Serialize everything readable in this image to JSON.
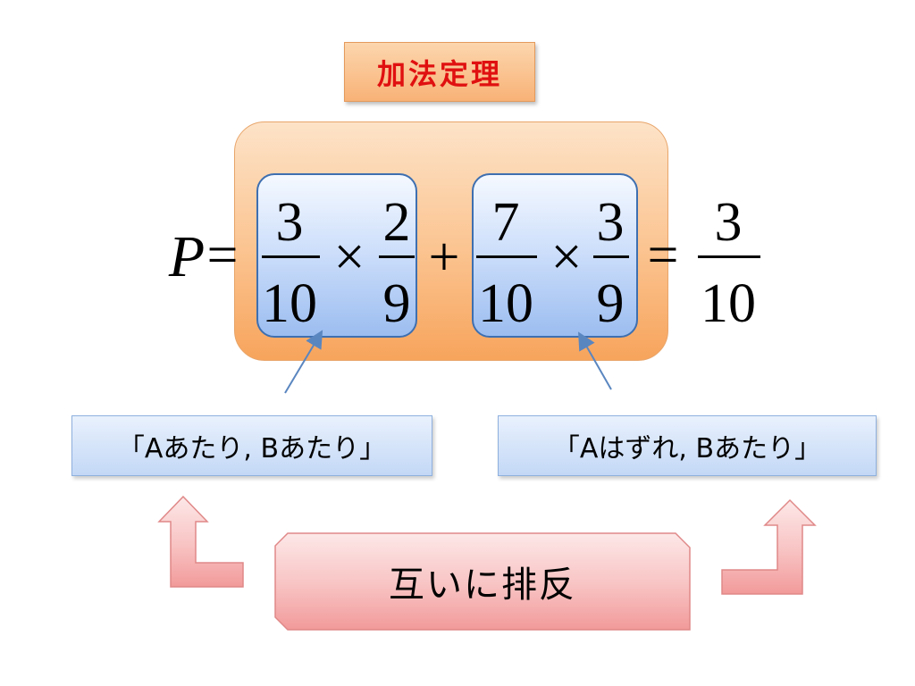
{
  "title": "加法定理",
  "formula": {
    "lhs": "P",
    "equals": "=",
    "times": "×",
    "plus": "+",
    "term1": {
      "num1": "3",
      "den1": "10",
      "num2": "2",
      "den2": "9"
    },
    "term2": {
      "num1": "7",
      "den1": "10",
      "num2": "3",
      "den2": "9"
    },
    "result": {
      "num": "3",
      "den": "10"
    }
  },
  "cases": {
    "left": "「Aあたり, Bあたり」",
    "right": "「Aはずれ, Bあたり」"
  },
  "mutual": "互いに排反",
  "colors": {
    "title_text": "#e01010",
    "orange_box": "#fbc38f",
    "blue_box": "#cfe0fb",
    "pink_arrow": "#f4a6a6",
    "pointer_arrow": "#5a86c0"
  }
}
